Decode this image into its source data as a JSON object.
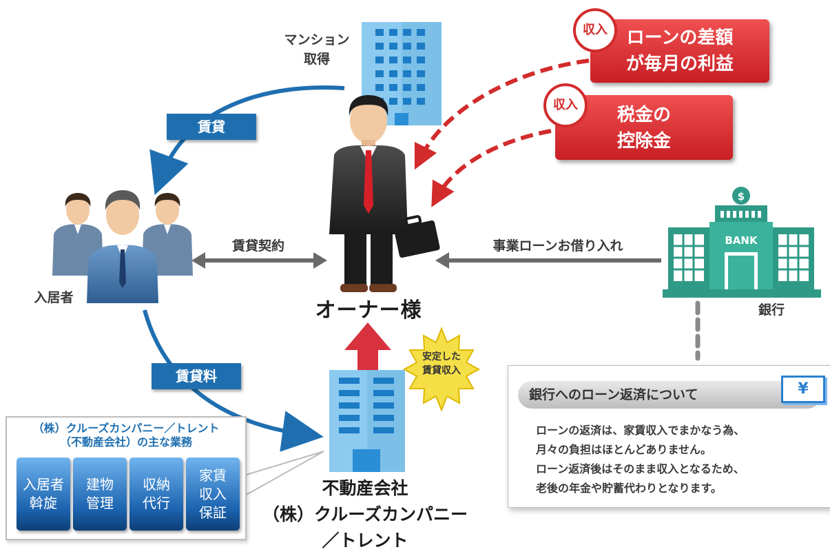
{
  "mansion_label": [
    "マンション",
    "取得"
  ],
  "tags": {
    "rent": "賃貸",
    "rent_fee": "賃貸料"
  },
  "income": {
    "badge": "収入",
    "box1": [
      "ローンの差額",
      "が毎月の利益"
    ],
    "box2": [
      "税金の",
      "控除金"
    ]
  },
  "tenants_label": "入居者",
  "contract_label": "賃貸契約",
  "loan_label": "事業ローンお借り入れ",
  "owner_label": "オーナー様",
  "bank": {
    "sign": "BANK",
    "label": "銀行",
    "dollar": "$"
  },
  "stable_income": [
    "安定した",
    "賃貸収入"
  ],
  "company": [
    "不動産会社",
    "（株）クルーズカンパニー",
    "／トレント"
  ],
  "bank_note": {
    "title": "銀行へのローン返済について",
    "yen": "¥",
    "lines": [
      "ローンの返済は、家賃収入でまかなう為、",
      "月々の負担はほとんどありません。",
      "ローン返済後はそのまま収入となるため、",
      "老後の年金や貯蓄代わりとなります。"
    ]
  },
  "business": {
    "title": [
      "（株）クルーズカンパニー／トレント",
      "（不動産会社）の主な業務"
    ],
    "tiles": [
      [
        "入居者",
        "斡旋"
      ],
      [
        "建物",
        "管理"
      ],
      [
        "収納",
        "代行"
      ],
      [
        "家賃",
        "収入",
        "保証"
      ]
    ]
  },
  "colors": {
    "blue": "#1f6fb0",
    "red": "#d22b2b",
    "building": "#7cc0e8",
    "bank_green": "#2f9a86"
  }
}
